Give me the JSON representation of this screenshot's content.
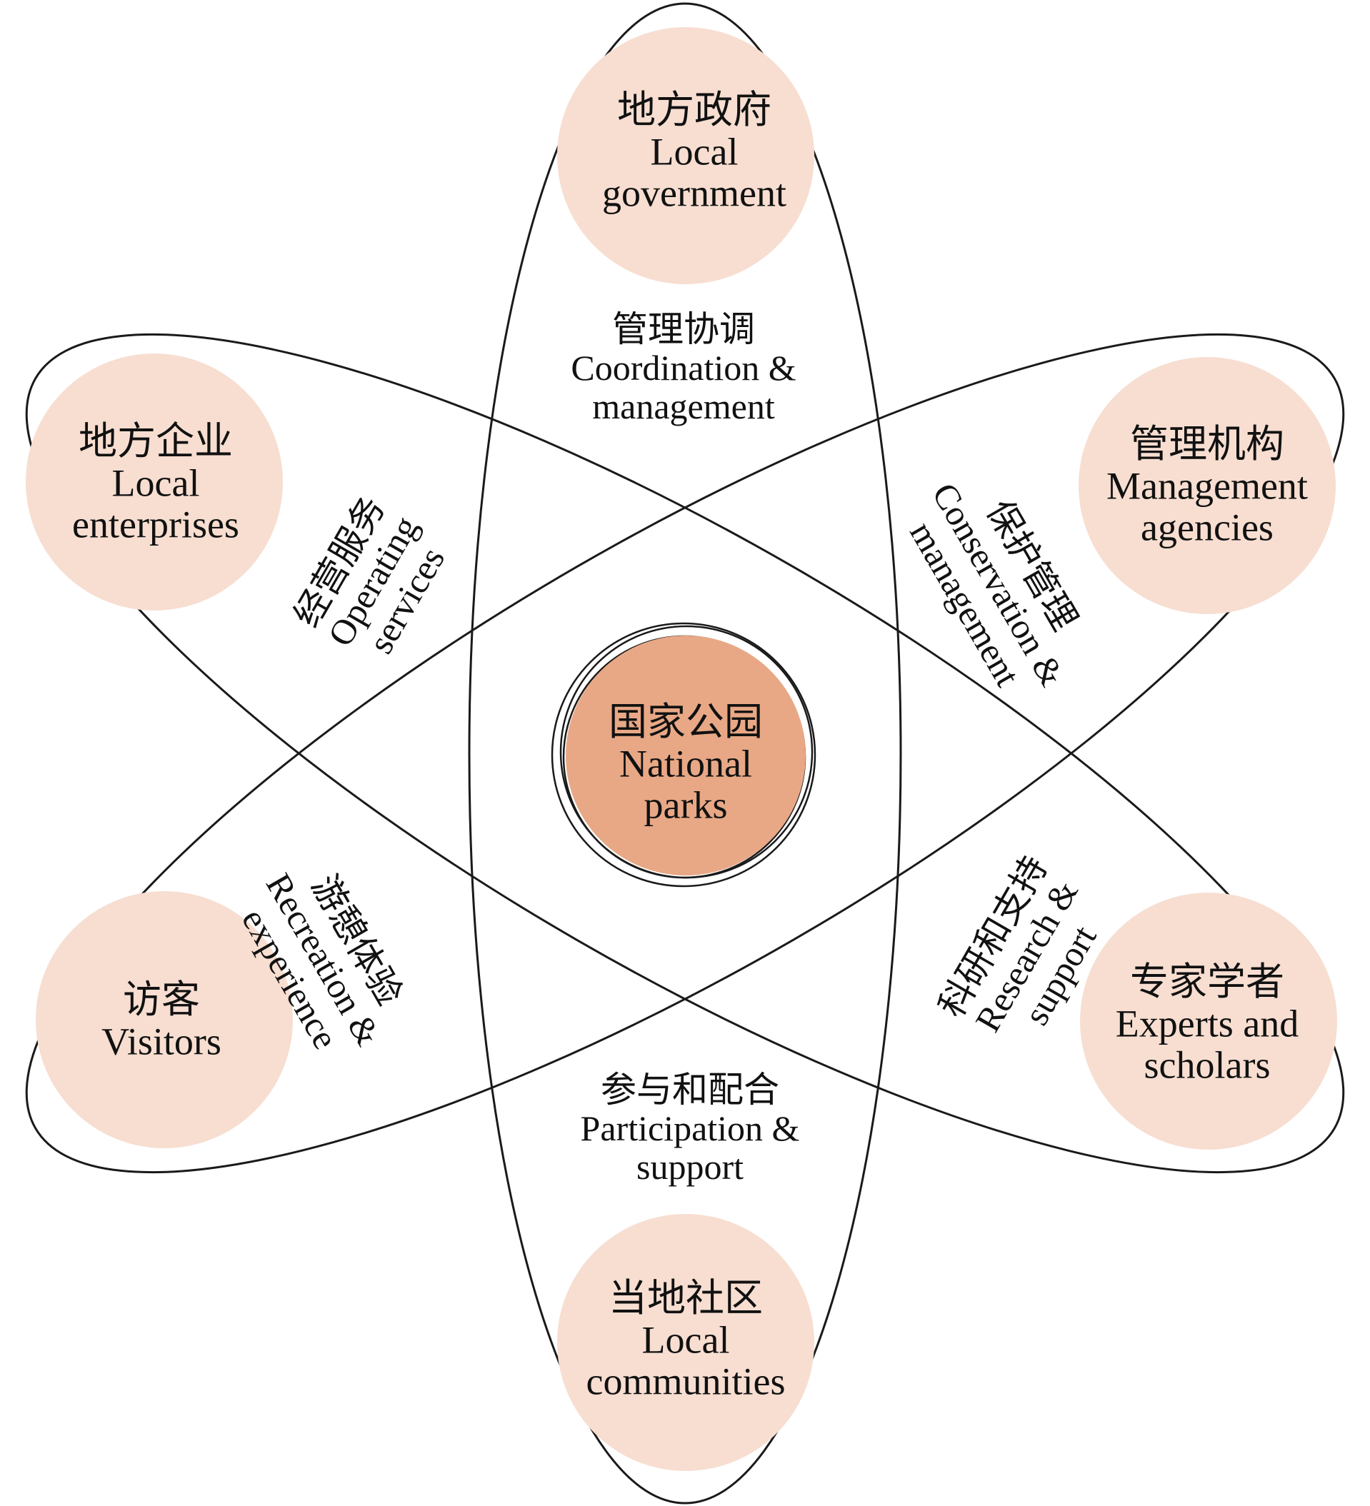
{
  "center": {
    "lines": [
      "国家公园",
      "National",
      "parks"
    ],
    "color": "#e8a886"
  },
  "node_color": "#f7ded1",
  "nodes": [
    {
      "id": "local-government",
      "lines": [
        "地方政府",
        "Local",
        "government"
      ]
    },
    {
      "id": "management-agencies",
      "lines": [
        "管理机构",
        "Management",
        "agencies"
      ]
    },
    {
      "id": "experts-scholars",
      "lines": [
        "专家学者",
        "Experts and",
        "scholars"
      ]
    },
    {
      "id": "local-communities",
      "lines": [
        "当地社区",
        "Local",
        "communities"
      ]
    },
    {
      "id": "visitors",
      "lines": [
        "访客",
        "Visitors"
      ]
    },
    {
      "id": "local-enterprises",
      "lines": [
        "地方企业",
        "Local",
        "enterprises"
      ]
    }
  ],
  "relations": [
    {
      "id": "coordination-management",
      "lines": [
        "管理协调",
        "Coordination &",
        "management"
      ]
    },
    {
      "id": "conservation-management",
      "lines": [
        "保护管理",
        "Conservation &",
        "management"
      ]
    },
    {
      "id": "research-support",
      "lines": [
        "科研和支持",
        "Research &",
        "support"
      ]
    },
    {
      "id": "participation-support",
      "lines": [
        "参与和配合",
        "Participation &",
        "support"
      ]
    },
    {
      "id": "recreation-experience",
      "lines": [
        "游憩体验",
        "Recreation &",
        "experience"
      ]
    },
    {
      "id": "operating-services",
      "lines": [
        "经营服务",
        "Operating",
        "services"
      ]
    }
  ]
}
